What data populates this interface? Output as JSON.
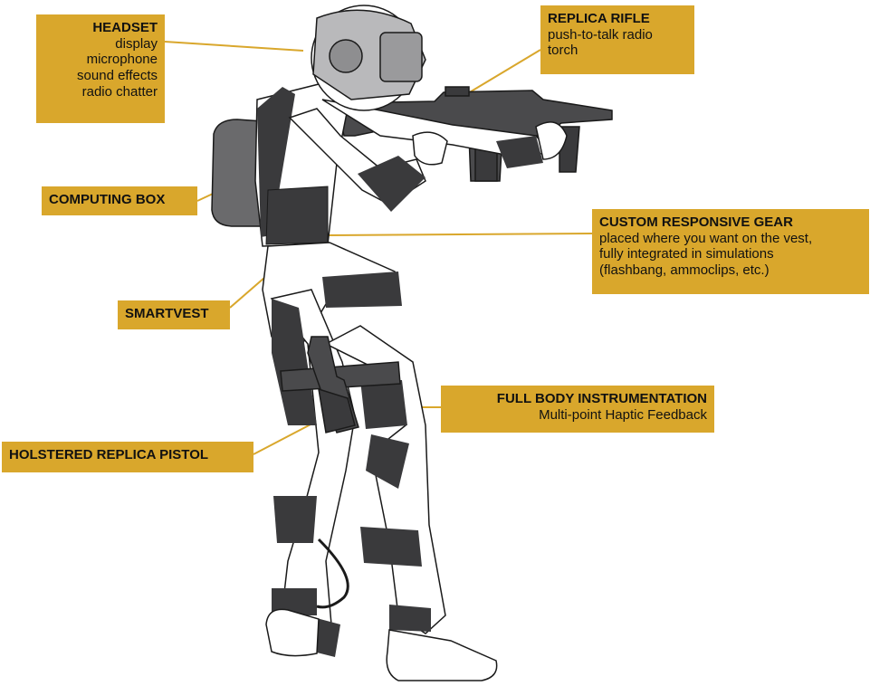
{
  "callouts": {
    "headset": {
      "title": "HEADSET",
      "lines": [
        "display",
        "microphone",
        "sound effects",
        "radio chatter"
      ]
    },
    "rifle": {
      "title": "REPLICA RIFLE",
      "lines": [
        "push-to-talk radio",
        "torch"
      ]
    },
    "computing_box": {
      "title": "COMPUTING BOX"
    },
    "gear": {
      "title": "CUSTOM RESPONSIVE GEAR",
      "lines": [
        "placed where you want on the vest,",
        "fully integrated in simulations",
        "(flashbang, ammoclips, etc.)"
      ]
    },
    "smartvest": {
      "title": "SMARTVEST"
    },
    "full_body": {
      "title": "FULL BODY INSTRUMENTATION",
      "lines": [
        "Multi-point Haptic Feedback"
      ]
    },
    "pistol": {
      "title": "HOLSTERED REPLICA PISTOL"
    }
  },
  "colors": {
    "label_fill": "#d9a72c",
    "leader_line": "#d9a72c",
    "gear_dark": "#3a3a3c",
    "outline": "#1a1a1a",
    "skin_fill": "#ffffff",
    "visor_fill": "#b9b9bb"
  }
}
